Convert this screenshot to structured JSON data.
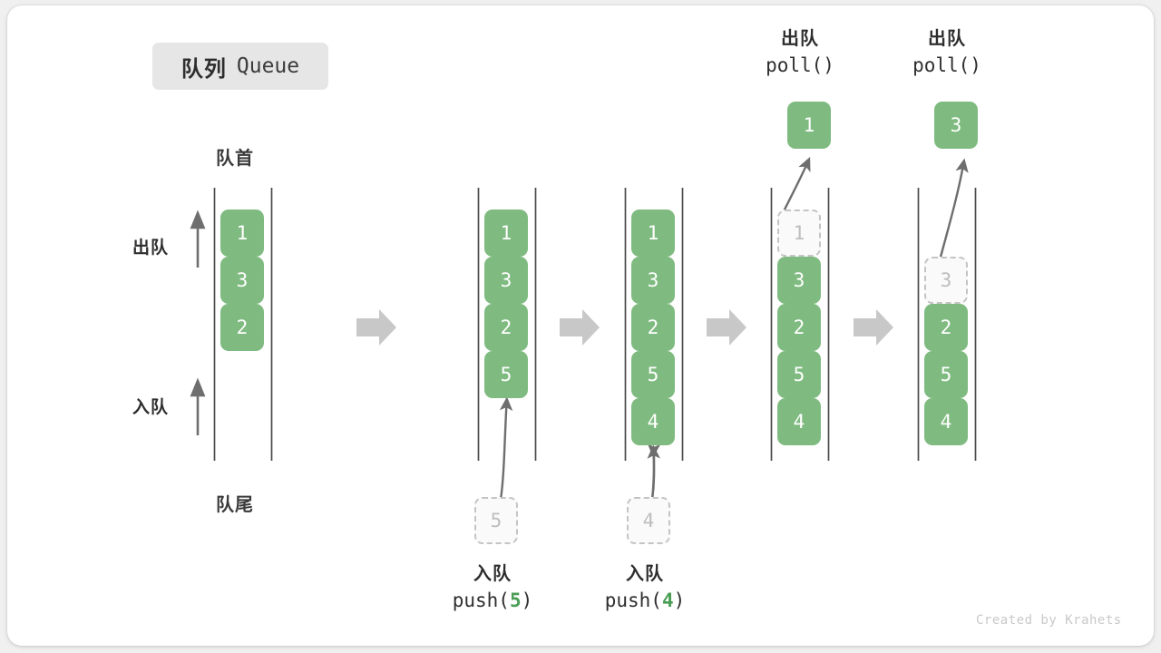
{
  "title": {
    "cn": "队列",
    "en": "Queue"
  },
  "labels": {
    "front": "队首",
    "rear": "队尾",
    "dequeue_side": "出队",
    "enqueue_side": "入队"
  },
  "credit": "Created by Krahets",
  "colors": {
    "cell_fill": "#7fbb80",
    "cell_text": "#ffffff",
    "ghost_fill": "#fafafa",
    "ghost_border": "#c4c4c4",
    "ghost_text": "#bdbdbd",
    "rail": "#4a4a4a",
    "arrow_gray": "#c8c8c8",
    "curve_arrow": "#6e6e6e",
    "badge_bg": "#e6e6e6",
    "accent_green": "#4a9e55"
  },
  "steps": [
    {
      "id": "initial",
      "cells": [
        {
          "value": "1",
          "state": "filled"
        },
        {
          "value": "3",
          "state": "filled"
        },
        {
          "value": "2",
          "state": "filled"
        }
      ]
    },
    {
      "id": "after-push-5",
      "cells": [
        {
          "value": "1",
          "state": "filled"
        },
        {
          "value": "3",
          "state": "filled"
        },
        {
          "value": "2",
          "state": "filled"
        },
        {
          "value": "5",
          "state": "filled"
        }
      ],
      "op": {
        "cn": "入队",
        "code_prefix": "push(",
        "code_value": "5",
        "code_suffix": ")"
      },
      "incoming": {
        "value": "5",
        "state": "ghost"
      }
    },
    {
      "id": "after-push-4",
      "cells": [
        {
          "value": "1",
          "state": "filled"
        },
        {
          "value": "3",
          "state": "filled"
        },
        {
          "value": "2",
          "state": "filled"
        },
        {
          "value": "5",
          "state": "filled"
        },
        {
          "value": "4",
          "state": "filled"
        }
      ],
      "op": {
        "cn": "入队",
        "code_prefix": "push(",
        "code_value": "4",
        "code_suffix": ")"
      },
      "incoming": {
        "value": "4",
        "state": "ghost"
      }
    },
    {
      "id": "after-poll-1",
      "cells": [
        {
          "value": "1",
          "state": "ghost"
        },
        {
          "value": "3",
          "state": "filled"
        },
        {
          "value": "2",
          "state": "filled"
        },
        {
          "value": "5",
          "state": "filled"
        },
        {
          "value": "4",
          "state": "filled"
        }
      ],
      "op": {
        "cn": "出队",
        "code_prefix": "poll(",
        "code_value": "",
        "code_suffix": ")"
      },
      "outgoing": {
        "value": "1",
        "state": "filled"
      }
    },
    {
      "id": "after-poll-3",
      "cells": [
        {
          "value": "",
          "state": "empty"
        },
        {
          "value": "3",
          "state": "ghost"
        },
        {
          "value": "2",
          "state": "filled"
        },
        {
          "value": "5",
          "state": "filled"
        },
        {
          "value": "4",
          "state": "filled"
        }
      ],
      "op": {
        "cn": "出队",
        "code_prefix": "poll(",
        "code_value": "",
        "code_suffix": ")"
      },
      "outgoing": {
        "value": "3",
        "state": "filled"
      }
    }
  ]
}
